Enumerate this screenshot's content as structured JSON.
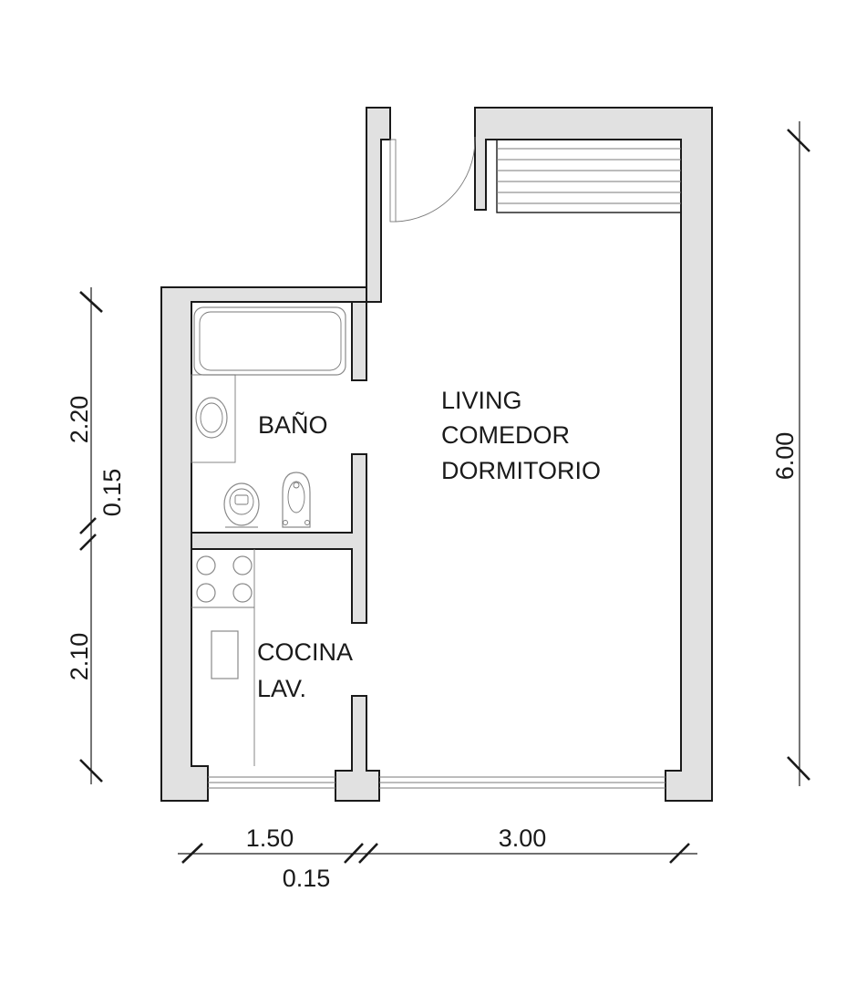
{
  "rooms": {
    "living": [
      "LIVING",
      "COMEDOR",
      "DORMITORIO"
    ],
    "bano": "BAÑO",
    "cocina": [
      "COCINA",
      "LAV."
    ]
  },
  "dimensions": {
    "left_top": "2.20",
    "left_mid": "0.15",
    "left_bottom": "2.10",
    "right": "6.00",
    "bottom_left": "1.50",
    "bottom_mid": "0.15",
    "bottom_right": "3.00"
  },
  "colors": {
    "wall_fill": "#e1e1e1",
    "line": "#1a1a1a"
  }
}
